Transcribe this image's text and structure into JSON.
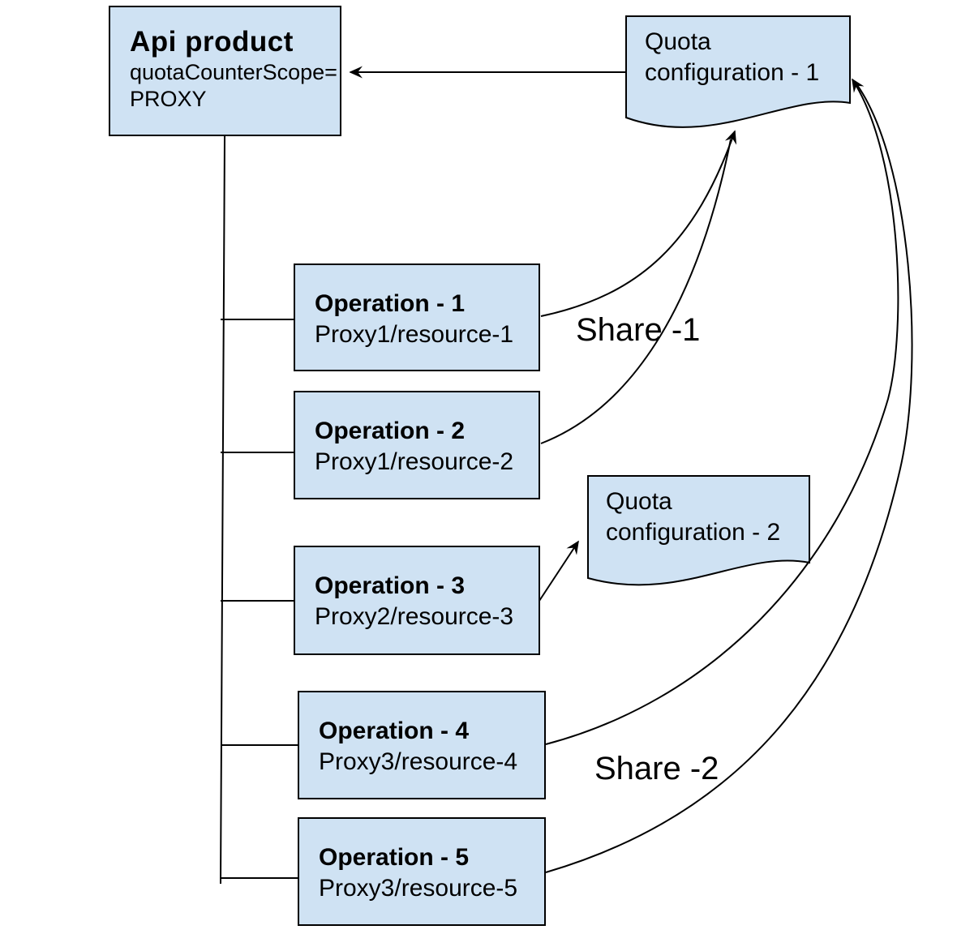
{
  "diagram": {
    "api_product": {
      "title": "Api product",
      "attr_line1": "quotaCounterScope=",
      "attr_line2": "PROXY"
    },
    "quota_config_1": {
      "line1": "Quota",
      "line2": "configuration - 1"
    },
    "quota_config_2": {
      "line1": "Quota",
      "line2": "configuration - 2"
    },
    "operations": [
      {
        "title": "Operation - 1",
        "subtitle": "Proxy1/resource-1"
      },
      {
        "title": "Operation - 2",
        "subtitle": "Proxy1/resource-2"
      },
      {
        "title": "Operation - 3",
        "subtitle": "Proxy2/resource-3"
      },
      {
        "title": "Operation - 4",
        "subtitle": "Proxy3/resource-4"
      },
      {
        "title": "Operation - 5",
        "subtitle": "Proxy3/resource-5"
      }
    ],
    "labels": {
      "share1": "Share -1",
      "share2": "Share -2"
    },
    "colors": {
      "node_fill": "#cfe2f3",
      "stroke": "#000000",
      "background": "#ffffff"
    }
  }
}
